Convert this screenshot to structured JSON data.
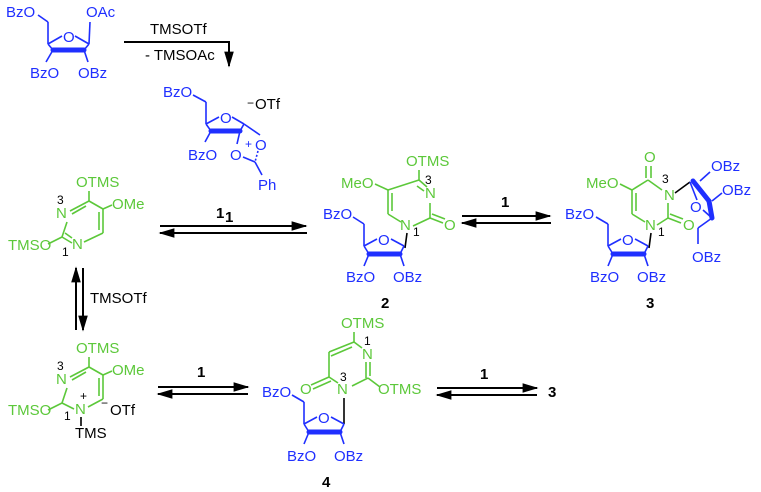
{
  "scheme": {
    "colors": {
      "sugar": "#1f2fff",
      "base": "#5cc83a",
      "reagent": "#000000"
    },
    "start_sugar": {
      "substituents": {
        "c5": "BzO",
        "c1": "OAc",
        "c3": "BzO",
        "c2": "OBz",
        "ring_o": "O"
      }
    },
    "step1": {
      "reagent_above": "TMSOTf",
      "reagent_below": "- TMSOAc"
    },
    "intermediate_1": {
      "label": "1",
      "substituents": {
        "c5": "BzO",
        "c3": "BzO",
        "ring_o": "O",
        "o_a": "O",
        "o_b": "O",
        "aryl": "Ph",
        "counterion": "OTf",
        "minus": "−",
        "plus": "+"
      }
    },
    "silyl_base": {
      "substituents": {
        "c4": "OTMS",
        "c5": "OMe",
        "c2": "TMSO",
        "n3": "N",
        "n1": "N"
      },
      "locants": {
        "n3": "3",
        "n1": "1"
      }
    },
    "silyl_base_cation": {
      "substituents": {
        "c4": "OTMS",
        "c5": "OMe",
        "c2": "TMSO",
        "n3": "N",
        "n1": "N",
        "n1_sub": "TMS",
        "counterion": "OTf",
        "minus": "−",
        "plus": "+"
      },
      "locants": {
        "n3": "3",
        "n1": "1"
      }
    },
    "vertical_equilibrium": {
      "reagent": "TMSOTf"
    },
    "equilibria": [
      {
        "id": "base-to-2",
        "reagent": "1"
      },
      {
        "id": "2-to-3",
        "reagent": "1"
      },
      {
        "id": "cation-to-4",
        "reagent": "1"
      },
      {
        "id": "4-to-3",
        "reagent": "1",
        "product": "3"
      }
    ],
    "compound_2": {
      "label": "2",
      "substituents": {
        "c4": "OTMS",
        "c5": "MeO",
        "n3": "N",
        "n1": "N",
        "c2_o": "O",
        "c5p": "BzO",
        "c3p": "BzO",
        "c2p": "OBz",
        "ring_o": "O"
      },
      "locants": {
        "n3": "3",
        "n1": "1"
      }
    },
    "compound_3": {
      "label": "3",
      "substituents": {
        "c4_o": "O",
        "c5": "MeO",
        "n3": "N",
        "n1": "N",
        "c2_o": "O",
        "c5p": "BzO",
        "c3p": "BzO",
        "c2p": "OBz",
        "ring_o": "O",
        "n3_ring_o": "O",
        "n3_c2": "OBz",
        "n3_c3": "OBz",
        "n3_c5": "OBz"
      },
      "locants": {
        "n3": "3",
        "n1": "1"
      }
    },
    "compound_4": {
      "label": "4",
      "substituents": {
        "c6": "OTMS",
        "c2": "OTMS",
        "n1": "N",
        "n3": "N",
        "c4_o": "O",
        "c5p": "BzO",
        "c3p": "BzO",
        "c2p": "OBz",
        "ring_o": "O"
      },
      "locants": {
        "n1": "1",
        "n3": "3"
      }
    }
  }
}
